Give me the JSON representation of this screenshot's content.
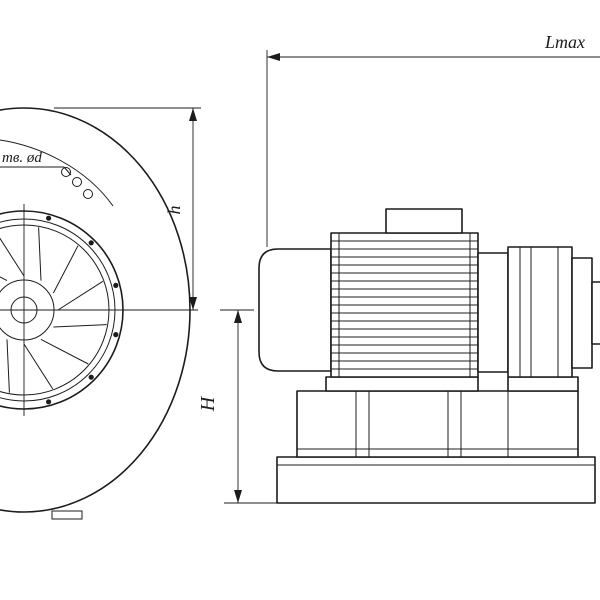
{
  "colors": {
    "background": "#ffffff",
    "line": "#1c1c1c"
  },
  "front_view": {
    "labels": {
      "holes_note": "тв. ød",
      "dim_h": "h"
    }
  },
  "side_view": {
    "labels": {
      "dim_lmax": "Lmax",
      "dim_height": "H"
    }
  }
}
